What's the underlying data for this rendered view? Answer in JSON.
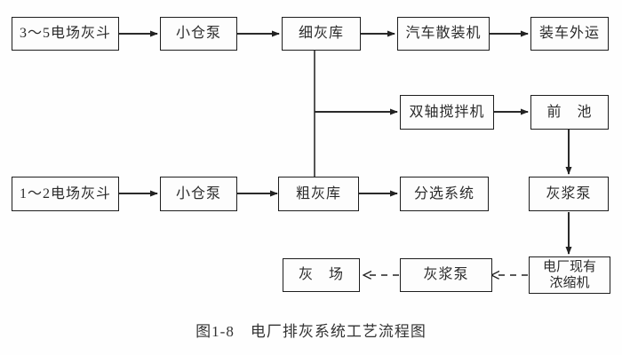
{
  "figure": {
    "caption": "图1-8　电厂排灰系统工艺流程图"
  },
  "colors": {
    "ink": "#222222",
    "background": "#ffffff"
  },
  "nodes": {
    "hopper_3_5": "3～5电场灰斗",
    "pump_top": "小仓泵",
    "fine_ash_silo": "细灰库",
    "truck_bulk_loader": "汽车散装机",
    "load_transport": "装车外运",
    "twin_shaft_mixer": "双轴搅拌机",
    "front_pool": "前　池",
    "hopper_1_2": "1～2电场灰斗",
    "pump_bottom": "小仓泵",
    "coarse_ash_silo": "粗灰库",
    "sorting_system": "分选系统",
    "slurry_pump_right": "灰浆泵",
    "ash_yard": "灰　场",
    "slurry_pump_bottom": "灰浆泵",
    "existing_thickener": "电厂现有\n浓缩机"
  }
}
